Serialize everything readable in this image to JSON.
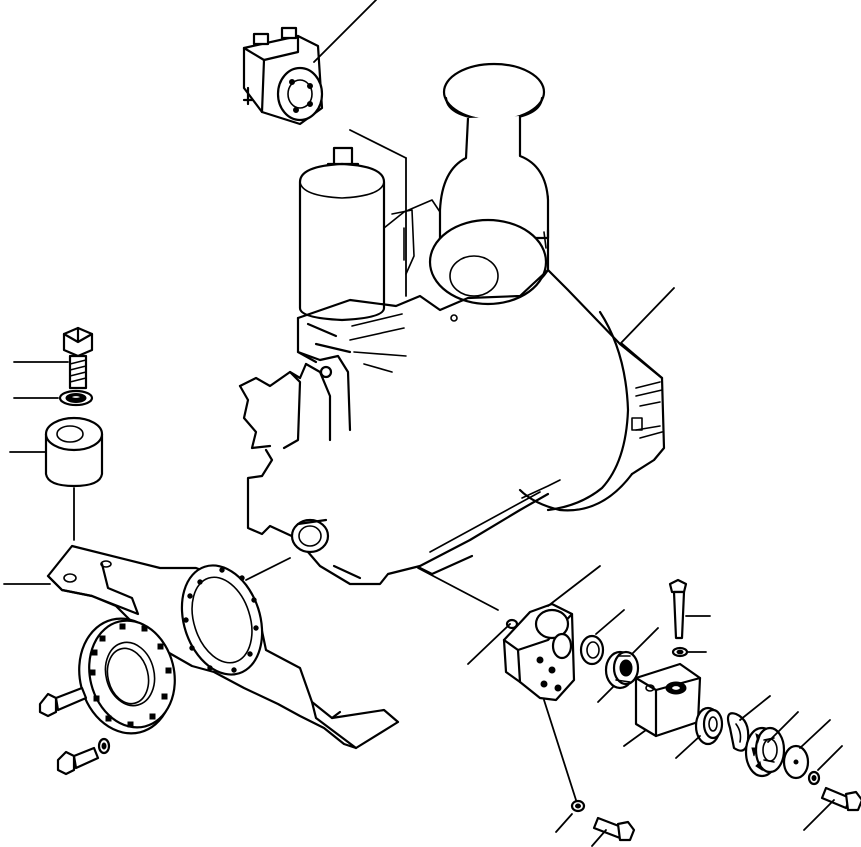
{
  "figure": {
    "background_color": "#ffffff",
    "line_color": "#000000",
    "parts": [
      "hydraulic-pump",
      "engine-assembly",
      "air-cleaner",
      "fuel-filter",
      "bolt",
      "washer",
      "spacer",
      "engine-mount-bracket",
      "flywheel-housing-adapter",
      "pto-housing",
      "gasket",
      "bearing",
      "bearing-block",
      "oil-seal",
      "snap-ring",
      "coupling-gear",
      "plate"
    ]
  }
}
